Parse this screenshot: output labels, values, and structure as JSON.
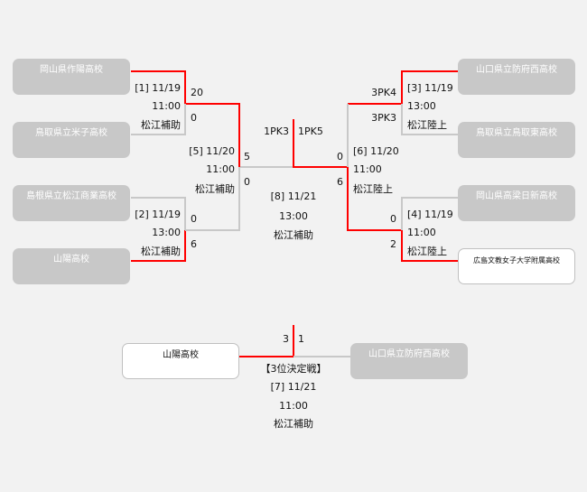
{
  "teams": {
    "l1": "岡山県作陽高校",
    "l2": "鳥取県立米子高校",
    "l3": "島根県立松江商業高校",
    "l4": "山陽高校",
    "r1": "山口県立防府西高校",
    "r2": "鳥取県立鳥取東高校",
    "r3": "岡山県高梁日新高校",
    "r4": "広島文教女子大学附属高校",
    "t1": "山陽高校",
    "t2": "山口県立防府西高校"
  },
  "matches": {
    "m1": {
      "label": "[1] 11/19",
      "time": "11:00",
      "venue": "松江補助",
      "s1": "20",
      "s2": "0"
    },
    "m2": {
      "label": "[2] 11/19",
      "time": "13:00",
      "venue": "松江補助",
      "s1": "0",
      "s2": "6"
    },
    "m3": {
      "label": "[3] 11/19",
      "time": "13:00",
      "venue": "松江陸上",
      "s1": "3PK4",
      "s2": "3PK3"
    },
    "m4": {
      "label": "[4] 11/19",
      "time": "11:00",
      "venue": "松江陸上",
      "s1": "0",
      "s2": "2"
    },
    "m5": {
      "label": "[5] 11/20",
      "time": "11:00",
      "venue": "松江補助",
      "s1": "5",
      "s2": "0"
    },
    "m6": {
      "label": "[6] 11/20",
      "time": "11:00",
      "venue": "松江陸上",
      "s1": "0",
      "s2": "6"
    },
    "m8": {
      "label": "[8] 11/21",
      "time": "13:00",
      "venue": "松江補助",
      "s1": "1PK3",
      "s2": "1PK5"
    },
    "m7": {
      "title": "【3位決定戦】",
      "label": "[7] 11/21",
      "time": "11:00",
      "venue": "松江補助",
      "s1": "3",
      "s2": "1"
    }
  },
  "colors": {
    "win": "#ff0000",
    "lose": "#c8c8c8"
  }
}
